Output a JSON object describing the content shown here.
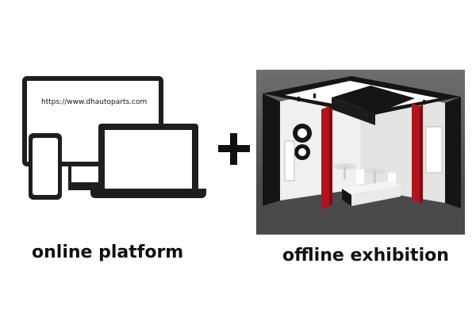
{
  "left_panel": {
    "url_text": "https://www.dhautoparts.com",
    "caption": "online platform"
  },
  "plus_sign": "+",
  "right_panel": {
    "caption": "offline exhibition"
  },
  "colors": {
    "device_outline": "#1e1e1e",
    "booth_red": "#b5121b",
    "booth_black": "#151515",
    "floor": "#4a4a4a"
  }
}
